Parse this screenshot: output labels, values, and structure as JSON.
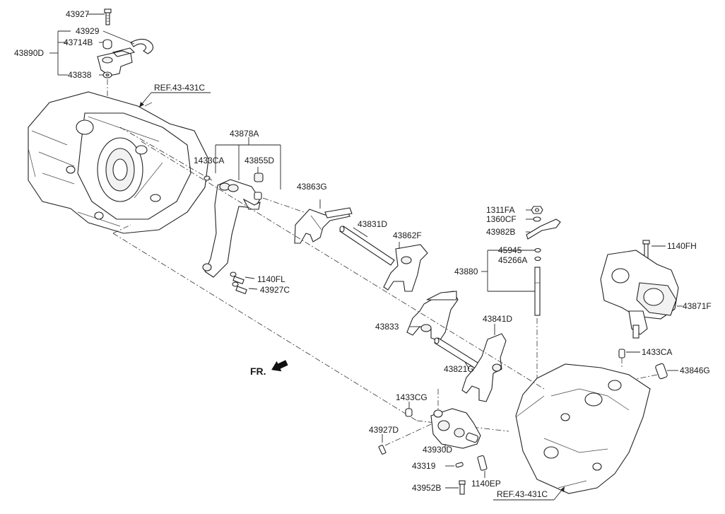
{
  "labels": {
    "p43927": "43927",
    "p43929": "43929",
    "p43714B": "43714B",
    "p43890D": "43890D",
    "p43838": "43838",
    "ref_top": "REF.43-431C",
    "p43878A": "43878A",
    "p1433CA_a": "1433CA",
    "p43855D": "43855D",
    "p43863G": "43863G",
    "p43831D": "43831D",
    "p43862F": "43862F",
    "p1140FL": "1140FL",
    "p43927C": "43927C",
    "p1311FA": "1311FA",
    "p1360CF": "1360CF",
    "p43982B": "43982B",
    "p45945": "45945",
    "p45266A": "45266A",
    "p43880": "43880",
    "p1140FH": "1140FH",
    "p43871F": "43871F",
    "p43833": "43833",
    "p43841D": "43841D",
    "p43821G": "43821G",
    "p1433CA_b": "1433CA",
    "p43846G": "43846G",
    "fr": "FR.",
    "p1433CG": "1433CG",
    "p43927D": "43927D",
    "p43930D": "43930D",
    "p43319": "43319",
    "p1140EP": "1140EP",
    "p43952B": "43952B",
    "ref_bottom": "REF.43-431C"
  }
}
